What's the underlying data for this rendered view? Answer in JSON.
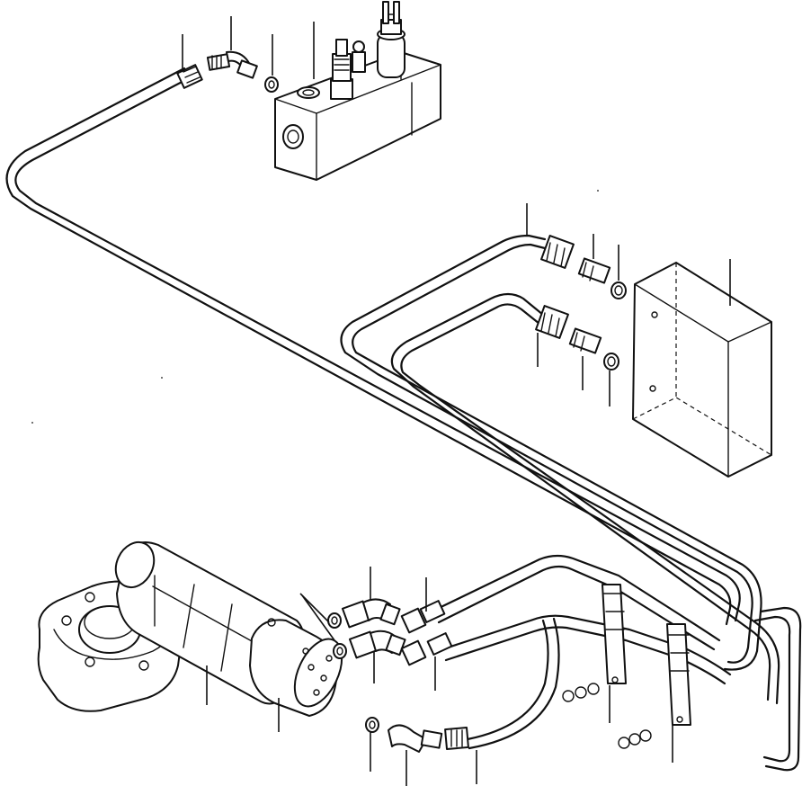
{
  "diagram": {
    "kind": "exploded parts illustration",
    "parts": [
      {
        "name": "valve-block"
      },
      {
        "name": "pressure-switch"
      },
      {
        "name": "solenoid"
      },
      {
        "name": "elbow-fitting"
      },
      {
        "name": "o-ring"
      },
      {
        "name": "hose-nut"
      },
      {
        "name": "straight-adapter"
      },
      {
        "name": "control-box"
      },
      {
        "name": "hydraulic-lines"
      },
      {
        "name": "pump-motor"
      },
      {
        "name": "gear-housing"
      },
      {
        "name": "hose-clamp"
      },
      {
        "name": "bolt-set"
      }
    ]
  }
}
